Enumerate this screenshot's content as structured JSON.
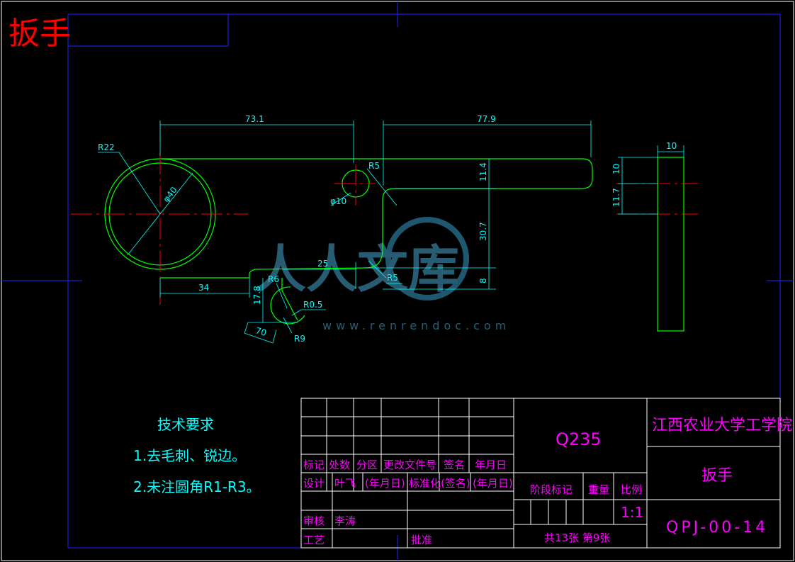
{
  "title": "扳手",
  "dimensions": {
    "d1": "73.1",
    "d2": "77.9",
    "d3": "R22",
    "d4": "φ40",
    "d5": "R5",
    "d6": "φ10",
    "d7": "11.4",
    "d8": "30.7",
    "d9": "8",
    "d10": "25",
    "d11": "R5",
    "d12": "R6",
    "d13": "34",
    "d14": "17.8",
    "d15": "R0.5",
    "d16": "70",
    "d17": "R9",
    "side_width": "10",
    "side_h1": "10",
    "side_h2": "11.7"
  },
  "watermark": {
    "text": "人人文库",
    "url": "www.renrendoc.com"
  },
  "tech_req": {
    "heading": "技术要求",
    "items": [
      "1.去毛刺、锐边。",
      "2.未注圆角R1-R3。"
    ]
  },
  "title_block": {
    "material": "Q235",
    "school": "江西农业大学工学院",
    "part_name": "扳手",
    "drawing_no": "QPJ-00-14",
    "headers": [
      "标记",
      "处数",
      "分区",
      "更改文件号",
      "签名",
      "年月日"
    ],
    "design_label": "设计",
    "designer": "叶飞",
    "date_placeholder": "(年月日)",
    "std_label": "标准化",
    "sign_placeholder": "(签名)",
    "date_placeholder2": "(年月日)",
    "stage_label": "阶段标记",
    "weight_label": "重量",
    "scale_label": "比例",
    "scale_value": "1:1",
    "review_label": "审核",
    "reviewer": "李涛",
    "process_label": "工艺",
    "approve_label": "批准",
    "sheets": "共13张 第9张"
  },
  "colors": {
    "outline": "#00ff00",
    "dimension": "#00ffff",
    "center": "#ff0000",
    "text": "#ff00ff",
    "frame": "#0000ff",
    "title": "#ff0000"
  }
}
